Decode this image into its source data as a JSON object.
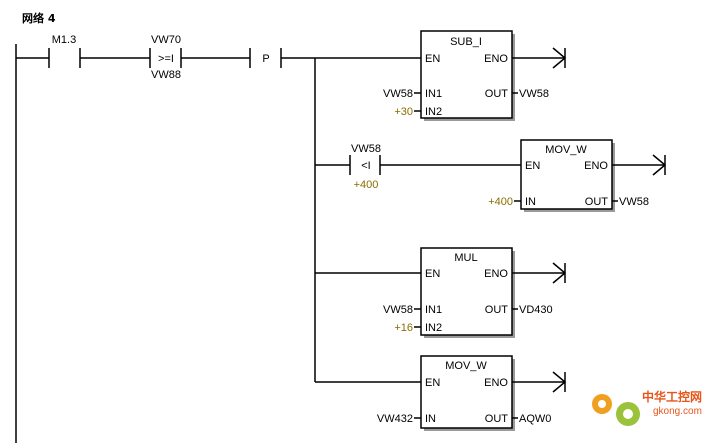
{
  "network": {
    "title": "网络 4"
  },
  "contacts": {
    "m13": {
      "label": "M1.3"
    },
    "cmp": {
      "top": "VW70",
      "op": ">=I",
      "bottom": "VW88"
    },
    "pos": {
      "label": "P"
    },
    "lt": {
      "top": "VW58",
      "op": "<I",
      "bottom": "+400"
    }
  },
  "boxes": {
    "sub": {
      "title": "SUB_I",
      "en": "EN",
      "eno": "ENO",
      "in1": "IN1",
      "in2": "IN2",
      "out": "OUT",
      "in1_val": "VW58",
      "in2_val": "+30",
      "out_val": "VW58"
    },
    "mov1": {
      "title": "MOV_W",
      "en": "EN",
      "eno": "ENO",
      "in": "IN",
      "out": "OUT",
      "in_val": "+400",
      "out_val": "VW58"
    },
    "mul": {
      "title": "MUL",
      "en": "EN",
      "eno": "ENO",
      "in1": "IN1",
      "in2": "IN2",
      "out": "OUT",
      "in1_val": "VW58",
      "in2_val": "+16",
      "out_val": "VD430"
    },
    "mov2": {
      "title": "MOV_W",
      "en": "EN",
      "eno": "ENO",
      "in": "IN",
      "out": "OUT",
      "in_val": "VW432",
      "out_val": "AQW0"
    }
  },
  "watermark": {
    "line1": "中华工控网",
    "line2": "gkong.com"
  },
  "colors": {
    "constant": "#8a6d00",
    "watermark": "#e8541a"
  }
}
